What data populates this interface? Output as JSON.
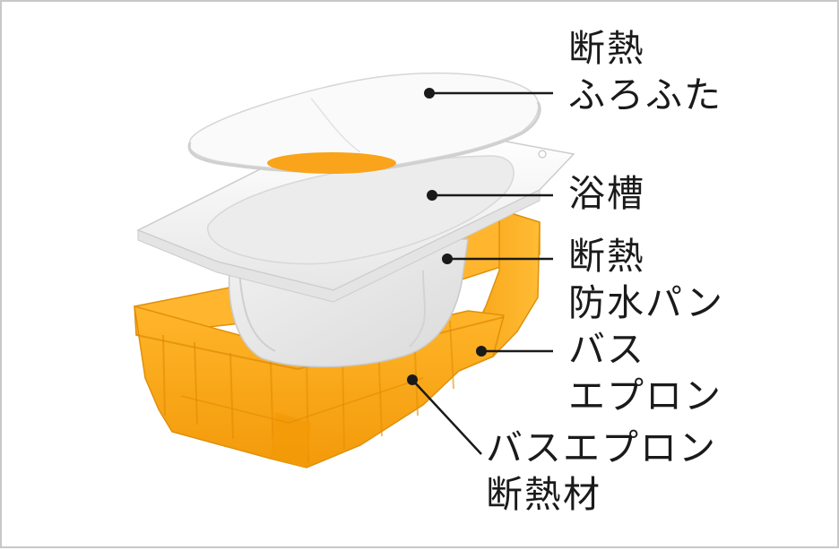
{
  "colors": {
    "orange": "#fcaa1a",
    "orange_dark": "#e89008",
    "orange_shadow": "#d57f00",
    "white_part": "#f4f4f4",
    "leader_line": "#1a1a1a",
    "border": "#c8c8c8"
  },
  "labels": {
    "lid": {
      "line1": "断熱",
      "line2": "ふろふた"
    },
    "tub": {
      "line1": "浴槽"
    },
    "pan": {
      "line1": "断熱",
      "line2": "防水パン"
    },
    "apron": {
      "line1": "バス",
      "line2": "エプロン"
    },
    "apron_insulation": {
      "line1": "バスエプロン",
      "line2": "断熱材"
    }
  }
}
